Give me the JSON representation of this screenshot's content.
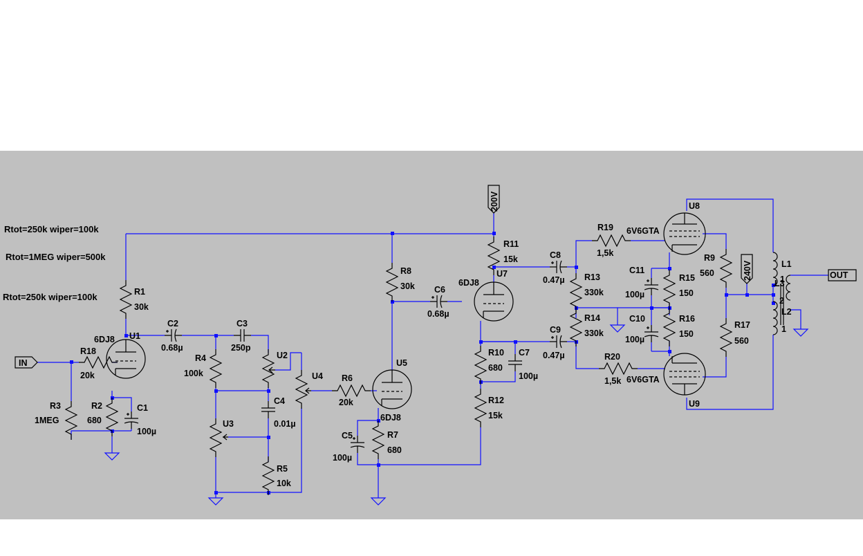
{
  "notes": [
    "Rtot=250k wiper=100k",
    "Rtot=1MEG wiper=500k",
    "Rtot=250k wiper=100k"
  ],
  "ports": {
    "in": "IN",
    "out": "OUT",
    "v200": "200V",
    "v240": "240V"
  },
  "tubes": {
    "U1": {
      "ref": "U1",
      "model": "6DJ8"
    },
    "U5": {
      "ref": "U5",
      "model": "6DJ8"
    },
    "U7": {
      "ref": "U7",
      "model": "6DJ8"
    },
    "U8": {
      "ref": "U8",
      "model": "6V6GTA"
    },
    "U9": {
      "ref": "U9",
      "model": "6V6GTA"
    }
  },
  "pots": {
    "U2": "U2",
    "U3": "U3",
    "U4": "U4"
  },
  "resistors": {
    "R1": {
      "ref": "R1",
      "value": "30k"
    },
    "R2": {
      "ref": "R2",
      "value": "680"
    },
    "R3": {
      "ref": "R3",
      "value": "1MEG"
    },
    "R4": {
      "ref": "R4",
      "value": "100k"
    },
    "R5": {
      "ref": "R5",
      "value": "10k"
    },
    "R6": {
      "ref": "R6",
      "value": "20k"
    },
    "R7": {
      "ref": "R7",
      "value": "680"
    },
    "R8": {
      "ref": "R8",
      "value": "30k"
    },
    "R9": {
      "ref": "R9",
      "value": "560"
    },
    "R10": {
      "ref": "R10",
      "value": "680"
    },
    "R11": {
      "ref": "R11",
      "value": "15k"
    },
    "R12": {
      "ref": "R12",
      "value": "15k"
    },
    "R13": {
      "ref": "R13",
      "value": "330k"
    },
    "R14": {
      "ref": "R14",
      "value": "330k"
    },
    "R15": {
      "ref": "R15",
      "value": "150"
    },
    "R16": {
      "ref": "R16",
      "value": "150"
    },
    "R17": {
      "ref": "R17",
      "value": "560"
    },
    "R18": {
      "ref": "R18",
      "value": "20k"
    },
    "R19": {
      "ref": "R19",
      "value": "1,5k"
    },
    "R20": {
      "ref": "R20",
      "value": "1,5k"
    }
  },
  "capacitors": {
    "C1": {
      "ref": "C1",
      "value": "100µ"
    },
    "C2": {
      "ref": "C2",
      "value": "0.68µ"
    },
    "C3": {
      "ref": "C3",
      "value": "250p"
    },
    "C4": {
      "ref": "C4",
      "value": "0.01µ"
    },
    "C5": {
      "ref": "C5",
      "value": "100µ"
    },
    "C6": {
      "ref": "C6",
      "value": "0.68µ"
    },
    "C7": {
      "ref": "C7",
      "value": "100µ"
    },
    "C8": {
      "ref": "C8",
      "value": "0.47µ"
    },
    "C9": {
      "ref": "C9",
      "value": "0.47µ"
    },
    "C10": {
      "ref": "C10",
      "value": "100µ"
    },
    "C11": {
      "ref": "C11",
      "value": "100µ"
    }
  },
  "inductors": {
    "L1": "L1",
    "L2": "L2",
    "L3": "L3",
    "pin1a": "1",
    "pin1b": "1",
    "pin2": "2"
  }
}
